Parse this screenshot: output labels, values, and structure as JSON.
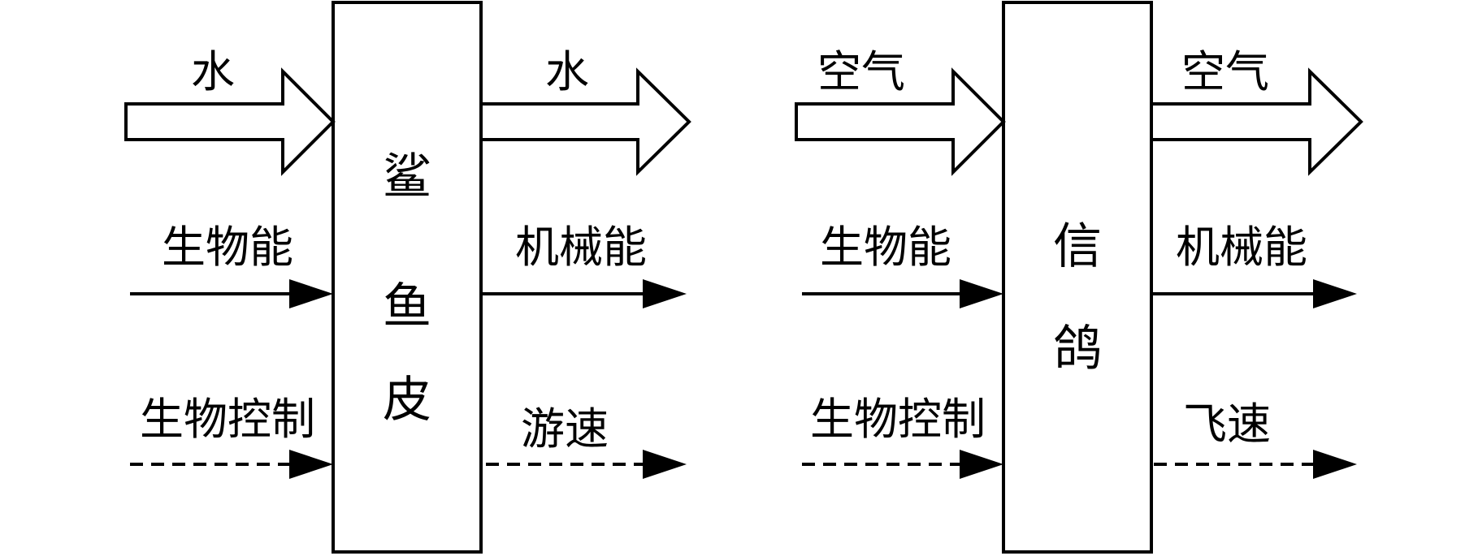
{
  "panels": [
    {
      "box": [
        "鲨",
        "鱼",
        "皮"
      ],
      "inputs": {
        "medium": "水",
        "energy": "生物能",
        "control": "生物控制"
      },
      "outputs": {
        "medium": "水",
        "energy": "机械能",
        "speed": "游速"
      }
    },
    {
      "box": [
        "信",
        "鸽"
      ],
      "inputs": {
        "medium": "空气",
        "energy": "生物能",
        "control": "生物控制"
      },
      "outputs": {
        "medium": "空气",
        "energy": "机械能",
        "speed": "飞速"
      }
    }
  ],
  "colors": {
    "stroke": "#000000",
    "background": "#ffffff"
  }
}
